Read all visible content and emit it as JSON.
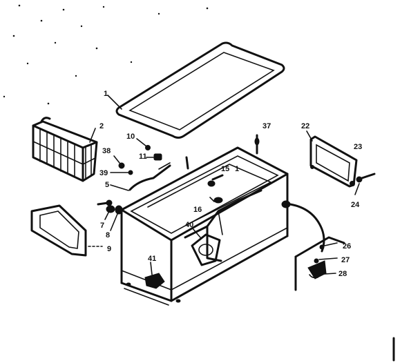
{
  "labels": {
    "l1_lid_gasket": "1",
    "l2_basket": "2",
    "l10": "10",
    "l11": "11",
    "l38": "38",
    "l39": "39",
    "l5": "5",
    "l7": "7",
    "l8": "8",
    "l9": "9",
    "l15": "15",
    "l1_cabinet": "1",
    "l16": "16",
    "l37": "37",
    "l40": "40",
    "l41": "41",
    "l22": "22",
    "l23": "23",
    "l24": "24",
    "l26": "26",
    "l27": "27",
    "l28": "28"
  }
}
